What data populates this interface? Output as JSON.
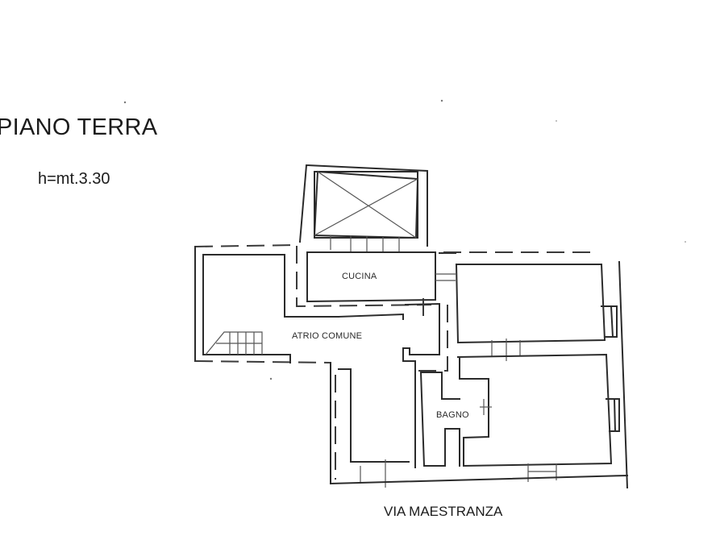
{
  "drawing": {
    "title": "PIANO TERRA",
    "height_note": "h=mt.3.30",
    "street_label": "VIA MAESTRANZA"
  },
  "rooms": [
    {
      "id": "cucina",
      "label": "CUCINA"
    },
    {
      "id": "atrio",
      "label": "ATRIO COMUNE"
    },
    {
      "id": "bagno",
      "label": "BAGNO"
    }
  ],
  "colors": {
    "background": "#ffffff",
    "ink": "#2b2b2b"
  }
}
